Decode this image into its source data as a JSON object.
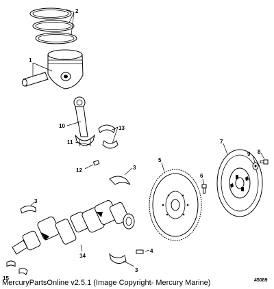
{
  "callouts": {
    "c1": "1",
    "c2": "2",
    "c3a": "3",
    "c3b": "3",
    "c3c": "3",
    "c4": "4",
    "c5": "5",
    "c6": "6",
    "c7": "7",
    "c8": "8",
    "c9": "9",
    "c10": "10",
    "c11": "11",
    "c12": "12",
    "c13": "13",
    "c14": "14",
    "c15": "15"
  },
  "footer": {
    "credit": "MercuryPartsOnline v2.5.1 (Image Copyright- Mercury Marine)",
    "figure_number": "45089"
  }
}
